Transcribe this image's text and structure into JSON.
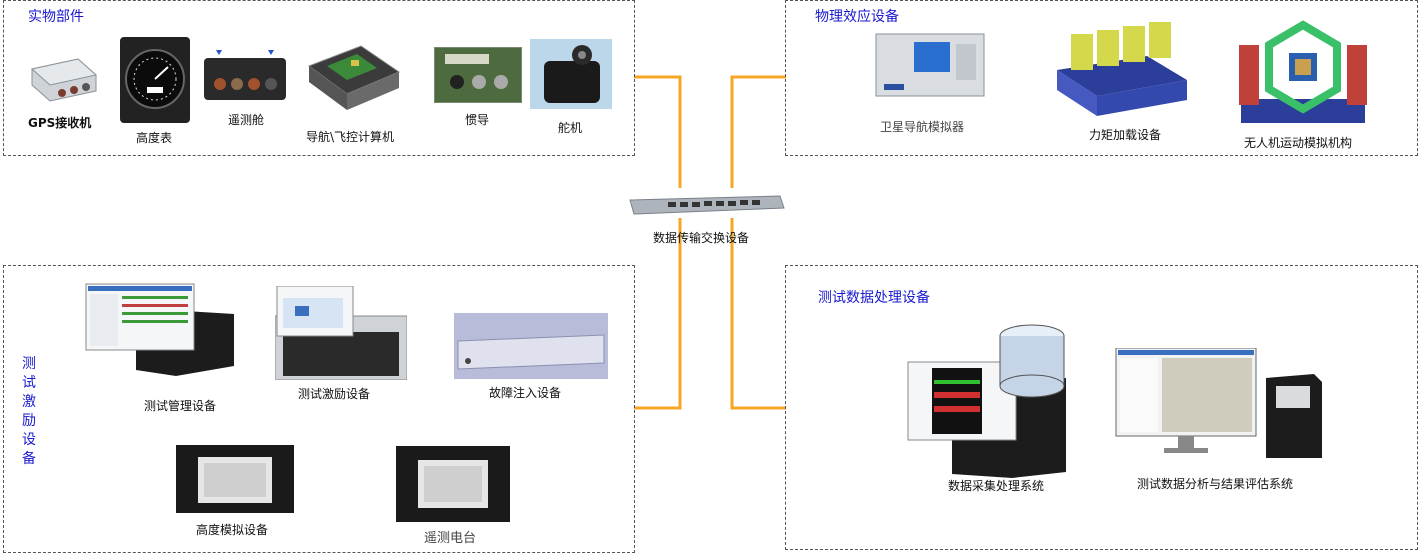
{
  "panels": {
    "physical": {
      "title": "实物部件"
    },
    "effects": {
      "title": "物理效应设备"
    },
    "stimulus": {
      "title": "测试激励设备"
    },
    "processing": {
      "title": "测试数据处理设备"
    }
  },
  "physical_items": [
    "GPS接收机",
    "高度表",
    "遥测舱",
    "导航\\飞控计算机",
    "惯导",
    "舵机"
  ],
  "effects_items": [
    "卫星导航模拟器",
    "力矩加载设备",
    "无人机运动模拟机构"
  ],
  "center": {
    "label": "数据传输交换设备"
  },
  "stimulus_items": [
    "测试管理设备",
    "测试激励设备",
    "故障注入设备",
    "高度模拟设备",
    "遥测电台"
  ],
  "processing_items": [
    "数据采集处理系统",
    "测试数据分析与结果评估系统"
  ],
  "colors": {
    "wire": "#f5a623",
    "title": "#1a1ad0",
    "border": "#555555"
  }
}
